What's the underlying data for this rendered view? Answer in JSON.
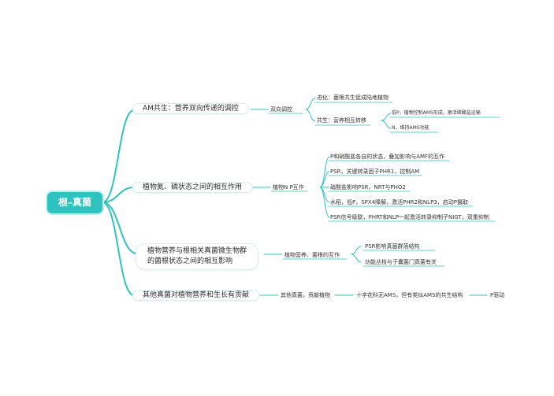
{
  "root": "根–真菌",
  "colors": {
    "line": "#2fc3bf",
    "root_fill": "#2fc3bf",
    "root_text": "#ffffff"
  },
  "branches": [
    {
      "label": "AM共生：营养双向传递的调控",
      "sub": "双向调控",
      "items": [
        {
          "label": "进化：菌根共生促成陆地植物"
        },
        {
          "label": "共生：营养相互转移",
          "items": [
            "低P，植物控制AMS形成，激活磷酸盐运输",
            "N，维持AMS功能"
          ]
        }
      ]
    },
    {
      "label": "植物氮、磷状态之间的相互作用",
      "sub": "植物N P互作",
      "items": [
        "P和硝酸盐各自的状态，叠加影响与AMF的互作",
        "PSR，关键转录因子PHR1，控制AM",
        "硝酸盐影响PSR，NRT与PHO2",
        "水稻，低P，SPX4降解，激活PHR2和NLP3，启动P摄取",
        "PSR信号级联，PHRT和NLP一起激活转录抑制子NIGT，双重抑制"
      ]
    },
    {
      "label_lines": [
        "植物营养与根相关真菌微生物群",
        "的菌根状态之间的相互影响"
      ],
      "sub": "植物营养、菌根的互作",
      "items": [
        "PSR影响真菌群落结构",
        "功能丛枝与子囊菌门真菌有关"
      ]
    },
    {
      "label": "其他真菌对植物营养和生长有贡献",
      "sub": "其他真菌，贡献植物",
      "chain": [
        "十字花科无AMS，但有类似AMS的共生结构",
        "P驱动"
      ]
    }
  ]
}
